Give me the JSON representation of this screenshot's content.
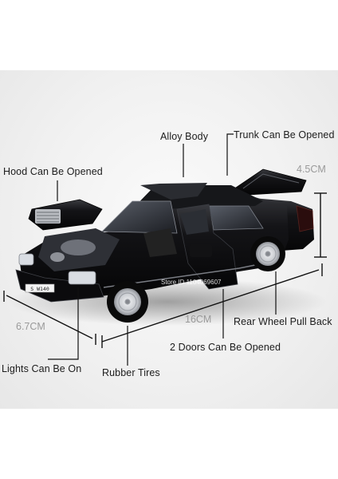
{
  "labels": {
    "alloy_body": "Alloy Body",
    "trunk": "Trunk Can Be Opened",
    "hood": "Hood Can Be Opened",
    "rear_wheel": "Rear Wheel Pull Back",
    "doors": "2 Doors Can Be Opened",
    "lights": "Lights Can Be On",
    "tires": "Rubber Tires"
  },
  "dimensions": {
    "height": "4.5CM",
    "width": "6.7CM",
    "length": "16CM"
  },
  "watermark": "Store ID 1104069607",
  "license_plate": "S W140",
  "colors": {
    "car_body": "#0d0d0f",
    "chrome": "#c9ccd1",
    "annotation_line": "#111111"
  }
}
